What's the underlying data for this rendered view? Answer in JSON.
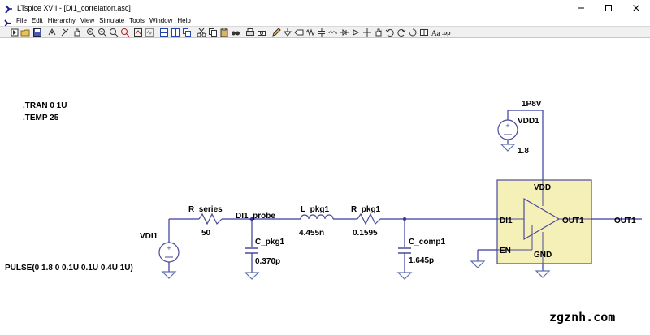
{
  "window": {
    "title": "LTspice XVII - [DI1_correlation.asc]"
  },
  "menu": [
    "File",
    "Edit",
    "Hierarchy",
    "View",
    "Simulate",
    "Tools",
    "Window",
    "Help"
  ],
  "toolbar_icons": [
    "run-icon",
    "open-icon",
    "save-icon",
    "control-panel-icon",
    "cut-wire-icon",
    "pan-hand-icon",
    "zoom-in-icon",
    "zoom-out-icon",
    "zoom-area-icon",
    "zoom-fit-icon",
    "autorange-icon",
    "waveform-icon",
    "tile-horizontal-icon",
    "tile-vertical-icon",
    "cascade-icon",
    "scissors-icon",
    "copy-icon",
    "paste-icon",
    "find-icon",
    "print-icon",
    "print-preview-icon",
    "pencil-icon",
    "ground-icon",
    "label-icon",
    "resistor-icon",
    "capacitor-icon",
    "inductor-icon",
    "diode-icon",
    "component-icon",
    "move-icon",
    "drag-icon",
    "undo-icon",
    "redo-icon",
    "rotate-icon",
    "mirror-icon",
    "text-icon",
    "spice-directive-icon"
  ],
  "schematic": {
    "directives": [
      ".TRAN 0 1U",
      ".TEMP 25"
    ],
    "vdd1": {
      "net": "1P8V",
      "name": "VDD1",
      "value": "1.8"
    },
    "vdi1": {
      "name": "VDI1",
      "value": "PULSE(0 1.8 0 0.1U 0.1U 0.4U 1U)"
    },
    "r_series": {
      "name": "R_series",
      "value": "50"
    },
    "probe": {
      "net": "DI1_probe"
    },
    "c_pkg1": {
      "name": "C_pkg1",
      "value": "0.370p"
    },
    "l_pkg1": {
      "name": "L_pkg1",
      "value": "4.455n"
    },
    "r_pkg1": {
      "name": "R_pkg1",
      "value": "0.1595"
    },
    "c_comp1": {
      "name": "C_comp1",
      "value": "1.645p"
    },
    "buffer": {
      "vdd_pin": "VDD",
      "in_pin": "DI1",
      "out_pin": "OUT1",
      "en_pin": "EN",
      "gnd_pin": "GND"
    },
    "out_net": "OUT1"
  },
  "watermark": "zgznh.com",
  "colors": {
    "wire": "#3a3aa0",
    "component": "#4a4a9a",
    "buffer_fill": "#f5f0b8",
    "ground": "#6070b0"
  }
}
